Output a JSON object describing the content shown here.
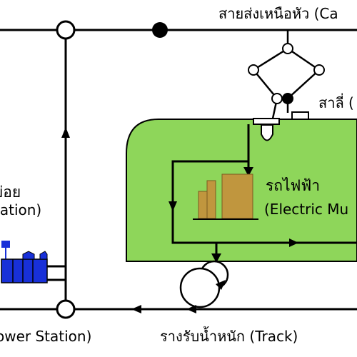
{
  "labels": {
    "overhead_line": "สายส่งเหนือหัว (Ca",
    "pantograph": "สาลี่ (",
    "train_th": "รถไฟฟ้า",
    "train_en": "(Electric Mu",
    "substation_th": "ย่อย",
    "substation_en": "tation)",
    "power_station": "ower Station)",
    "track": "รางรับน้ำหนัก (Track)"
  },
  "colors": {
    "train_body": "#8ed65a",
    "building": "#c0963e",
    "rectifier": "#1830d8",
    "line": "#000000"
  }
}
